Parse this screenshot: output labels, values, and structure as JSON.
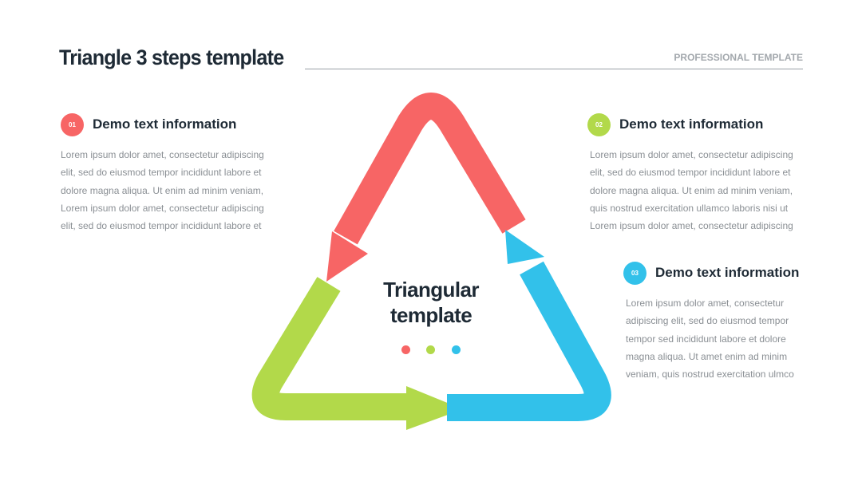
{
  "header": {
    "title": "Triangle 3 steps template",
    "subtitle": "PROFESSIONAL TEMPLATE"
  },
  "colors": {
    "red": "#f76565",
    "green": "#b2d94a",
    "blue": "#32c1ea"
  },
  "steps": [
    {
      "number": "01",
      "heading": "Demo text information",
      "color": "#f76565",
      "lines": [
        "Lorem ipsum dolor amet, consectetur adipiscing",
        "elit, sed do eiusmod tempor incididunt  labore et",
        "dolore magna aliqua. Ut enim ad minim veniam,",
        "Lorem ipsum dolor amet, consectetur adipiscing",
        "elit, sed do eiusmod tempor incididunt  labore et"
      ]
    },
    {
      "number": "02",
      "heading": "Demo text information",
      "color": "#b2d94a",
      "lines": [
        "Lorem ipsum dolor amet, consectetur adipiscing",
        "elit, sed do eiusmod tempor incididunt  labore et",
        "dolore magna aliqua. Ut enim ad minim veniam,",
        "quis nostrud exercitation ullamco laboris nisi ut",
        "Lorem ipsum dolor amet, consectetur adipiscing"
      ]
    },
    {
      "number": "03",
      "heading": "Demo text information",
      "color": "#32c1ea",
      "lines": [
        "Lorem ipsum dolor amet, consectetur",
        "adipiscing elit, sed do eiusmod tempor",
        "tempor sed incididunt  labore et dolore",
        "magna aliqua. Ut amet enim ad minim",
        "veniam, quis nostrud exercitation ulmco"
      ]
    }
  ],
  "center": {
    "line1": "Triangular",
    "line2": "template"
  }
}
